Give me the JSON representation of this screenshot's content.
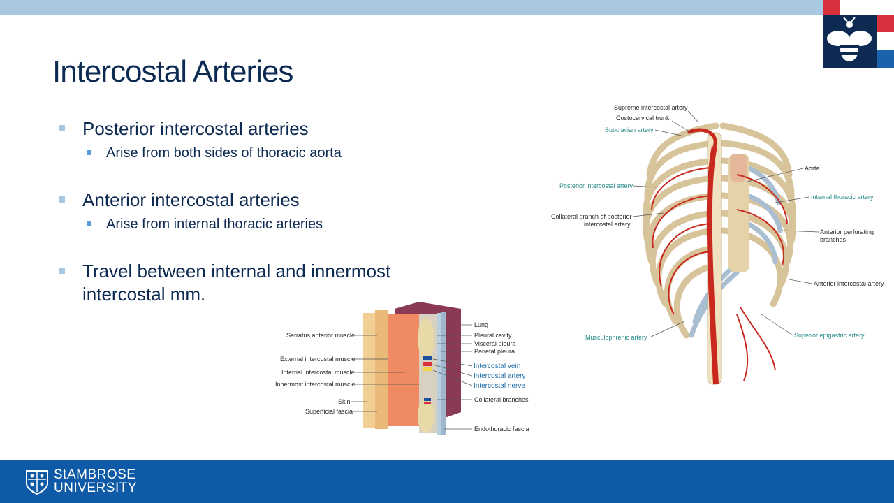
{
  "slide": {
    "title": "Intercostal Arteries",
    "bullets": [
      {
        "text": "Posterior intercostal arteries",
        "sub": "Arise from both sides of thoracic aorta"
      },
      {
        "text": "Anterior intercostal arteries",
        "sub": "Arise from internal thoracic arteries"
      },
      {
        "text": "Travel between internal and innermost intercostal mm.",
        "sub": ""
      }
    ]
  },
  "footer": {
    "university_line1": "StAMBROSE",
    "university_line2": "UNIVERSITY"
  },
  "figure_thorax": {
    "labels": {
      "supreme": "Supreme intercostal artery",
      "costocervical": "Costocervical trunk",
      "subclavian": "Subclavian artery",
      "aorta": "Aorta",
      "posterior": "Posterior intercostal artery",
      "internal_thoracic": "Internal thoracic artery",
      "collateral_1": "Collateral branch of posterior",
      "collateral_2": "intercostal artery",
      "perforating_1": "Anterior perforating",
      "perforating_2": "branches",
      "anterior": "Anterior intercostal artery",
      "musculophrenic": "Musculophrenic artery",
      "superior_epigastric": "Superior epigastric artery"
    }
  },
  "figure_section": {
    "labels": {
      "serratus": "Serratus anterior muscle",
      "external": "External intercostal muscle",
      "internal": "Internal intercostal muscle",
      "innermost": "Innermost intercostal muscle",
      "skin": "Skin",
      "superficial": "Superficial fascia",
      "lung": "Lung",
      "pleural_cavity": "Pleural cavity",
      "visceral": "Visceral pleura",
      "parietal": "Parietal pleura",
      "vein": "Intercostal vein",
      "artery": "Intercostal artery",
      "nerve": "Intercostal nerve",
      "collateral": "Collateral branches",
      "endothoracic": "Endothoracic fascia"
    }
  },
  "colors": {
    "navy": "#0d2a52",
    "light_blue": "#a8c8e2",
    "red": "#d8303c",
    "blue": "#1b62ad",
    "footer": "#0f5aa6"
  }
}
